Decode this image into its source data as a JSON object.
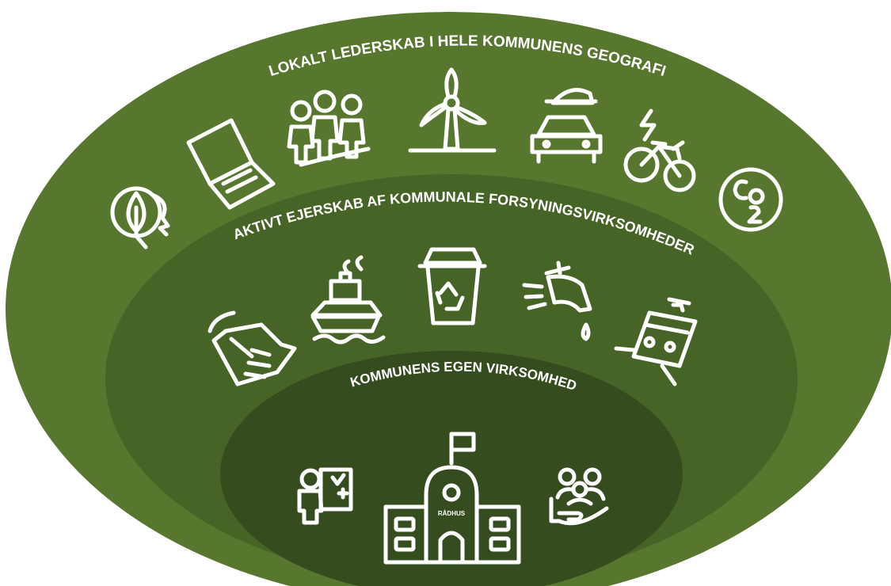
{
  "colors": {
    "outer_ring": "#58772e",
    "middle_ring": "#476427",
    "inner_ring": "#354c1f",
    "icon_stroke": "#ffffff",
    "label_text": "#ffffff"
  },
  "rings": {
    "outer": {
      "label": "LOKALT LEDERSKAB I HELE KOMMUNENS GEOGRAFI"
    },
    "middle": {
      "label": "AKTIVT EJERSKAB AF KOMMUNALE FORSYNINGSVIRKSOMHEDER"
    },
    "inner": {
      "label": "KOMMUNENS EGEN VIRKSOMHED"
    }
  },
  "icons": {
    "outer": [
      "leaf-head-icon",
      "laptop-icon",
      "people-group-icon",
      "wind-turbine-icon",
      "electric-car-icon",
      "electric-bike-icon",
      "co2-icon"
    ],
    "middle": [
      "factory-icon",
      "ship-icon",
      "recycling-bin-icon",
      "water-tap-icon",
      "train-icon"
    ],
    "inner": [
      "teacher-icon",
      "town-hall-icon",
      "care-hand-icon"
    ]
  },
  "town_hall": {
    "sign": "RÅDHUS"
  }
}
